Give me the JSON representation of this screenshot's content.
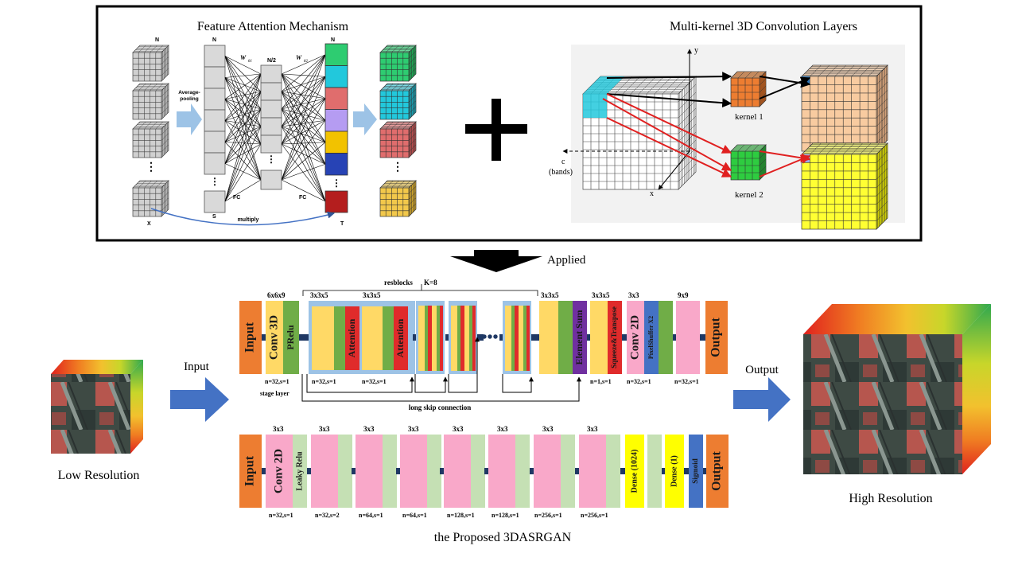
{
  "colors": {
    "orange": "#ED7D31",
    "sand": "#FFD966",
    "green": "#70AD47",
    "red": "#E02B2B",
    "purple": "#7030A0",
    "pink": "#F9A8C9",
    "blue": "#4472C4",
    "lightgreen": "#C5E0B4",
    "yellow": "#FFFF00",
    "arrowblue": "#4472C4",
    "dark": "#1F3864"
  },
  "top_panel": {
    "attention_title": "Feature Attention Mechanism",
    "attention_labels": {
      "n1": "N",
      "n2": "N",
      "n_half": "N/2",
      "n3": "N",
      "w1": "W",
      "w1_sub": "θ1",
      "w2": "W",
      "w2_sub": "θ2",
      "avg_pool": "Average-",
      "avg_pool2": "pooling",
      "fc1": "FC",
      "fc2": "FC",
      "s": "S",
      "x": "X",
      "t": "T",
      "multiply": "multiply"
    },
    "conv_title": "Multi-kernel  3D Convolution Layers",
    "conv_labels": {
      "y": "y",
      "x": "x",
      "c": "c",
      "bands": "(bands)",
      "kernel1": "kernel 1",
      "kernel2": "kernel 2"
    },
    "plus": "+"
  },
  "applied_label": "Applied",
  "generator": {
    "resblocks_label": "resblocks",
    "k_label": "K=8",
    "dims": [
      "6x6x9",
      "3x3x5",
      "3x3x5",
      "3x3x5",
      "3x3x5",
      "3x3",
      "9x9"
    ],
    "input": "Input",
    "conv3d": "Conv 3D",
    "prelu": "PRelu",
    "attention": "Attention",
    "element_sum": "Element Sum",
    "squeeze": "Squeeze&Transpose",
    "conv2d": "Conv 2D",
    "pixelshuffer": "PixelShuffer  X2",
    "output": "Output",
    "params": [
      "n=32,s=1",
      "n=32,s=1",
      "n=32,s=1",
      "n=1,s=1",
      "n=32,s=1",
      "n=32,s=1"
    ],
    "stage_layer": "stage layer",
    "long_skip": "long skip  connection",
    "dots": "•••"
  },
  "discriminator": {
    "dims": [
      "3x3",
      "3x3",
      "3x3",
      "3x3",
      "3x3",
      "3x3",
      "3x3",
      "3x3"
    ],
    "input": "Input",
    "conv2d": "Conv 2D",
    "leaky": "Leaky Relu",
    "dense1024": "Dense (1024)",
    "dense1": "Dense (1)",
    "sigmoid": "Sigmoid",
    "output": "Output",
    "params": [
      "n=32,s=1",
      "n=32,s=2",
      "n=64,s=1",
      "n=64,s=1",
      "n=128,s=1",
      "n=128,s=1",
      "n=256,s=1",
      "n=256,s=1"
    ]
  },
  "low_res": "Low Resolution",
  "high_res": "High Resolution",
  "input_arrow": "Input",
  "output_arrow": "Output",
  "caption": "the Proposed 3DASRGAN"
}
